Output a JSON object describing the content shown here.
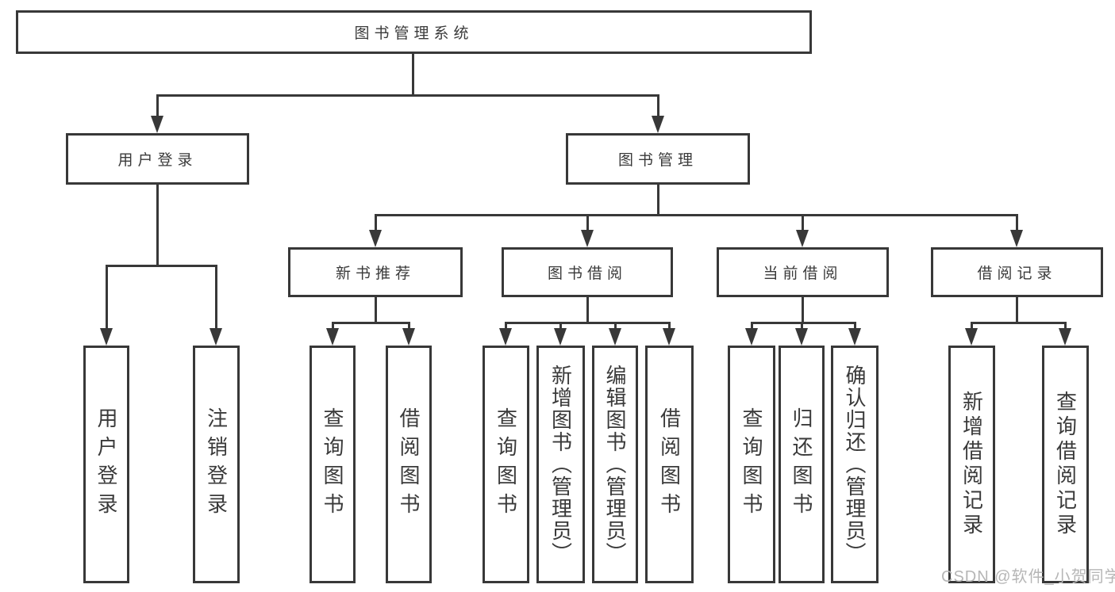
{
  "diagram_title": "图书管理系统",
  "colors": {
    "line": "#383838",
    "border": "#383838",
    "text": "#3a3a3a",
    "watermark": "#b6b6b6",
    "background": "#ffffff"
  },
  "tree": {
    "root": {
      "label": "图书管理系统",
      "children": [
        {
          "label": "用户登录",
          "children": [
            {
              "label": "用户登录"
            },
            {
              "label": "注销登录"
            }
          ]
        },
        {
          "label": "图书管理",
          "children": [
            {
              "label": "新书推荐",
              "children": [
                {
                  "label": "查询图书"
                },
                {
                  "label": "借阅图书"
                }
              ]
            },
            {
              "label": "图书借阅",
              "children": [
                {
                  "label": "查询图书"
                },
                {
                  "label": "新增图书（管理员）"
                },
                {
                  "label": "编辑图书（管理员）"
                },
                {
                  "label": "借阅图书"
                }
              ]
            },
            {
              "label": "当前借阅",
              "children": [
                {
                  "label": "查询图书"
                },
                {
                  "label": "归还图书"
                },
                {
                  "label": "确认归还（管理员）"
                }
              ]
            },
            {
              "label": "借阅记录",
              "children": [
                {
                  "label": "新增借阅记录"
                },
                {
                  "label": "查询借阅记录"
                }
              ]
            }
          ]
        }
      ]
    }
  },
  "watermark": {
    "text": "CSDN @软件_小贺同学"
  }
}
